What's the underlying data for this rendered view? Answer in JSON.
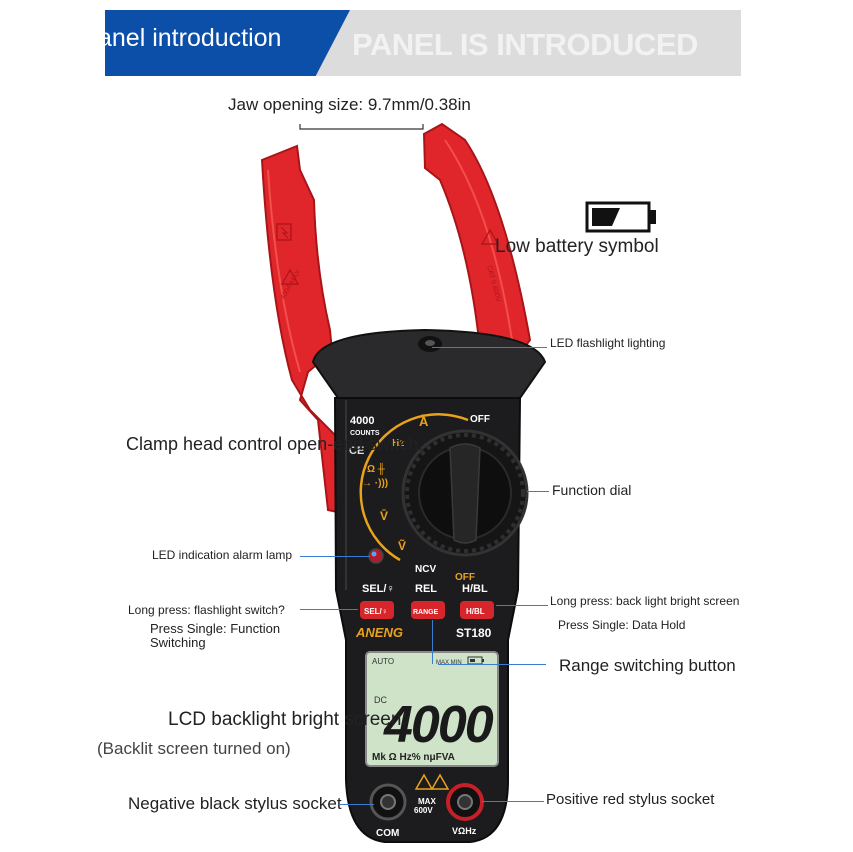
{
  "header": {
    "title_left": "anel introduction",
    "title_right": "PANEL IS INTRODUCED"
  },
  "callouts": {
    "jaw_opening": "Jaw opening size: 9.7mm/0.38in",
    "low_battery": "Low battery symbol",
    "led_flashlight": "LED flashlight lighting",
    "clamp_head": "Clamp head control open-end switch.",
    "function_dial": "Function dial",
    "led_alarm": "LED indication alarm lamp",
    "long_press_flash": "Long press: flashlight switch?",
    "press_single_func_1": "Press Single: Function",
    "press_single_func_2": "Switching",
    "long_press_back": "Long press: back light bright screen",
    "press_single_hold": "Press Single: Data Hold",
    "range_button": "Range switching button",
    "lcd_backlight": "LCD backlight bright screen.",
    "backlit_on": "(Backlit screen turned on)",
    "negative_socket": "Negative black stylus socket",
    "positive_socket": "Positive red stylus socket"
  },
  "device": {
    "counts_num": "4000",
    "counts_word": "COUNTS",
    "ce_mark": "CE",
    "dial_a": "Ã",
    "dial_off_top": "OFF",
    "dial_hz": "Hz",
    "dial_ohm": "Ω ╫",
    "dial_diode": "→ ·)))",
    "dial_vdc": "V̄",
    "dial_vac": "Ṽ",
    "dial_ncv": "NCV",
    "dial_off_bottom": "OFF",
    "btn_sel_label": "SEL/♀",
    "btn_rel_label": "REL",
    "btn_hbl_label": "H/BL",
    "btn_sel": "SEL/♀",
    "btn_range": "RANGE",
    "btn_hbl": "H/BL",
    "brand": "ANENG",
    "model": "ST180",
    "lcd_auto": "AUTO",
    "lcd_maxmin": "MAX MIN",
    "lcd_digits": "4000",
    "lcd_dc": "DC",
    "lcd_units": "Mk Ω Hz% nμFVA",
    "socket_com": "COM",
    "socket_vohz": "VΩHz",
    "socket_max": "MAX",
    "socket_600v": "600V",
    "jaw_cat": "CAT II 600V",
    "jaw_max": "400A MAX"
  },
  "colors": {
    "banner_blue": "#0b4fa8",
    "banner_grey": "#dcdcdc",
    "jaw_red": "#e0262b",
    "body_black": "#1c1c1e",
    "dial_yellow": "#e9a21c",
    "lcd_green": "#cfe3c9",
    "leader_blue": "#3b7bd0"
  }
}
